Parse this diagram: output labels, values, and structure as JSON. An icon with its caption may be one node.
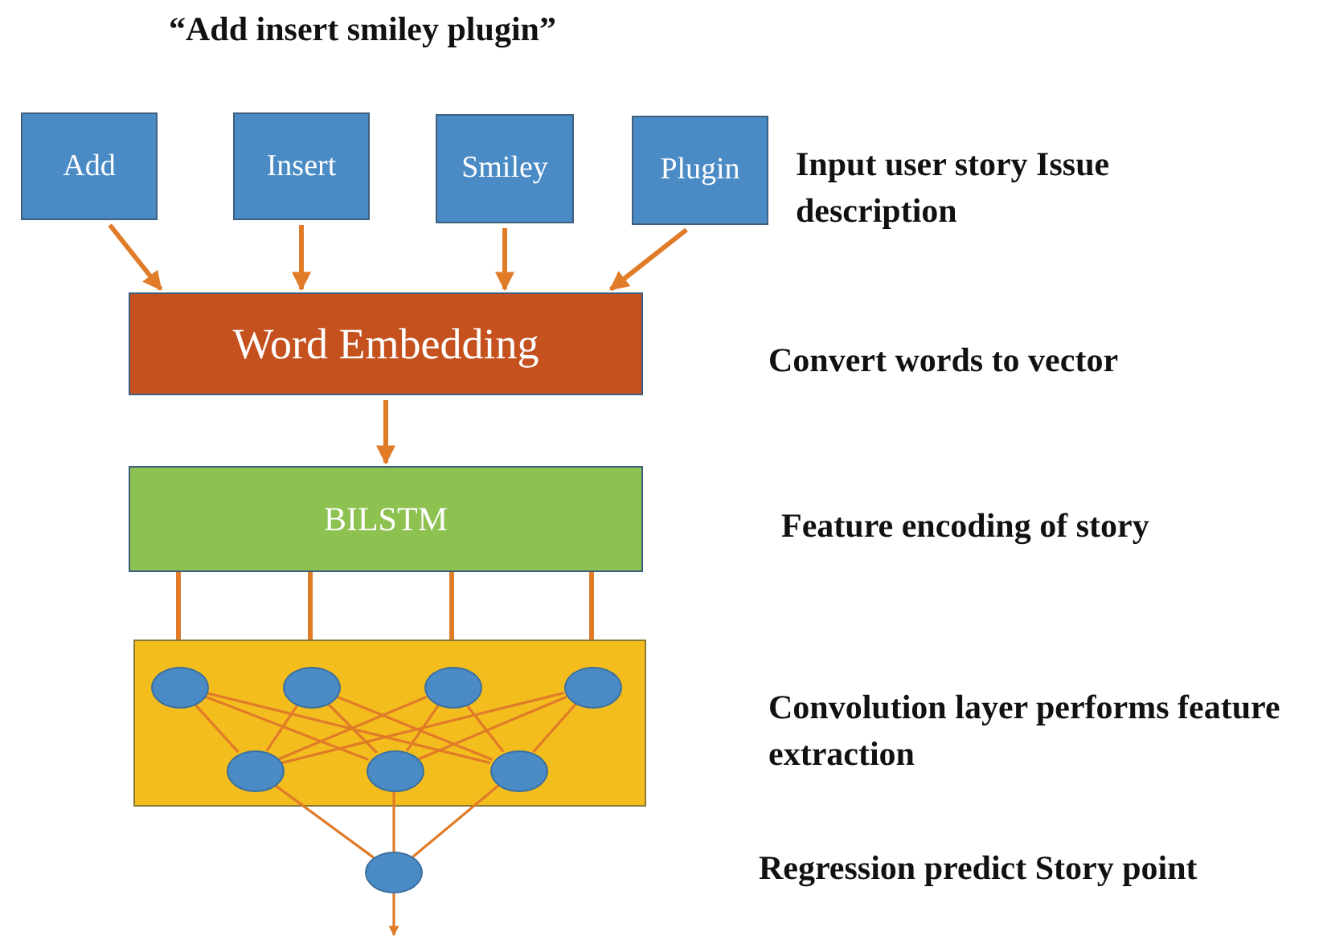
{
  "diagram": {
    "title": "“Add insert smiley plugin”",
    "nodes": [
      {
        "text": [
          "Add"
        ]
      },
      {
        "text": [
          "Insert"
        ]
      },
      {
        "text": [
          "Smiley"
        ]
      },
      {
        "text": [
          "Plugin"
        ]
      },
      {
        "text": [
          "Word Embedding"
        ]
      },
      {
        "text": [
          "BILSTM"
        ]
      },
      {
        "text": [],
        "shape": "box"
      },
      {
        "text": [],
        "shape": "circle",
        "in": 6
      },
      {
        "text": [],
        "shape": "circle",
        "in": 6
      },
      {
        "text": [],
        "shape": "circle",
        "in": 6
      },
      {
        "text": [],
        "shape": "circle",
        "in": 6
      },
      {
        "text": [],
        "shape": "circle",
        "in": 6
      },
      {
        "text": [],
        "shape": "circle",
        "in": 6
      },
      {
        "text": [],
        "shape": "circle",
        "in": 6
      },
      {
        "text": [],
        "shape": "circle"
      }
    ],
    "edges": [
      {
        "from": 0,
        "to": 4,
        "arrow": "to"
      },
      {
        "from": 1,
        "to": 4,
        "arrow": "to"
      },
      {
        "from": 2,
        "to": 4,
        "arrow": "to"
      },
      {
        "from": 3,
        "to": 4,
        "arrow": "to"
      },
      {
        "from": 4,
        "to": 5,
        "arrow": "to"
      },
      {
        "from": 5,
        "to": 6,
        "arrow": "none"
      },
      {
        "from": 5,
        "to": 6,
        "arrow": "none"
      },
      {
        "from": 5,
        "to": 6,
        "arrow": "none"
      },
      {
        "from": 5,
        "to": 6,
        "arrow": "none"
      },
      {
        "from": 7,
        "to": 11,
        "arrow": "none"
      },
      {
        "from": 7,
        "to": 12,
        "arrow": "none"
      },
      {
        "from": 7,
        "to": 13,
        "arrow": "none"
      },
      {
        "from": 8,
        "to": 11,
        "arrow": "none"
      },
      {
        "from": 8,
        "to": 12,
        "arrow": "none"
      },
      {
        "from": 8,
        "to": 13,
        "arrow": "none"
      },
      {
        "from": 9,
        "to": 11,
        "arrow": "none"
      },
      {
        "from": 9,
        "to": 12,
        "arrow": "none"
      },
      {
        "from": 9,
        "to": 13,
        "arrow": "none"
      },
      {
        "from": 10,
        "to": 11,
        "arrow": "none"
      },
      {
        "from": 10,
        "to": 12,
        "arrow": "none"
      },
      {
        "from": 10,
        "to": 13,
        "arrow": "none"
      },
      {
        "from": 11,
        "to": 14,
        "arrow": "none"
      },
      {
        "from": 12,
        "to": 14,
        "arrow": "none"
      },
      {
        "from": 13,
        "to": 14,
        "arrow": "none"
      },
      {
        "from": 14,
        "to": null,
        "arrow": "to"
      }
    ],
    "labels": [
      "Input user story Issue description",
      "Convert words to vector",
      "Feature encoding of story",
      "Convolution layer performs feature extraction",
      "Regression predict Story point"
    ]
  }
}
